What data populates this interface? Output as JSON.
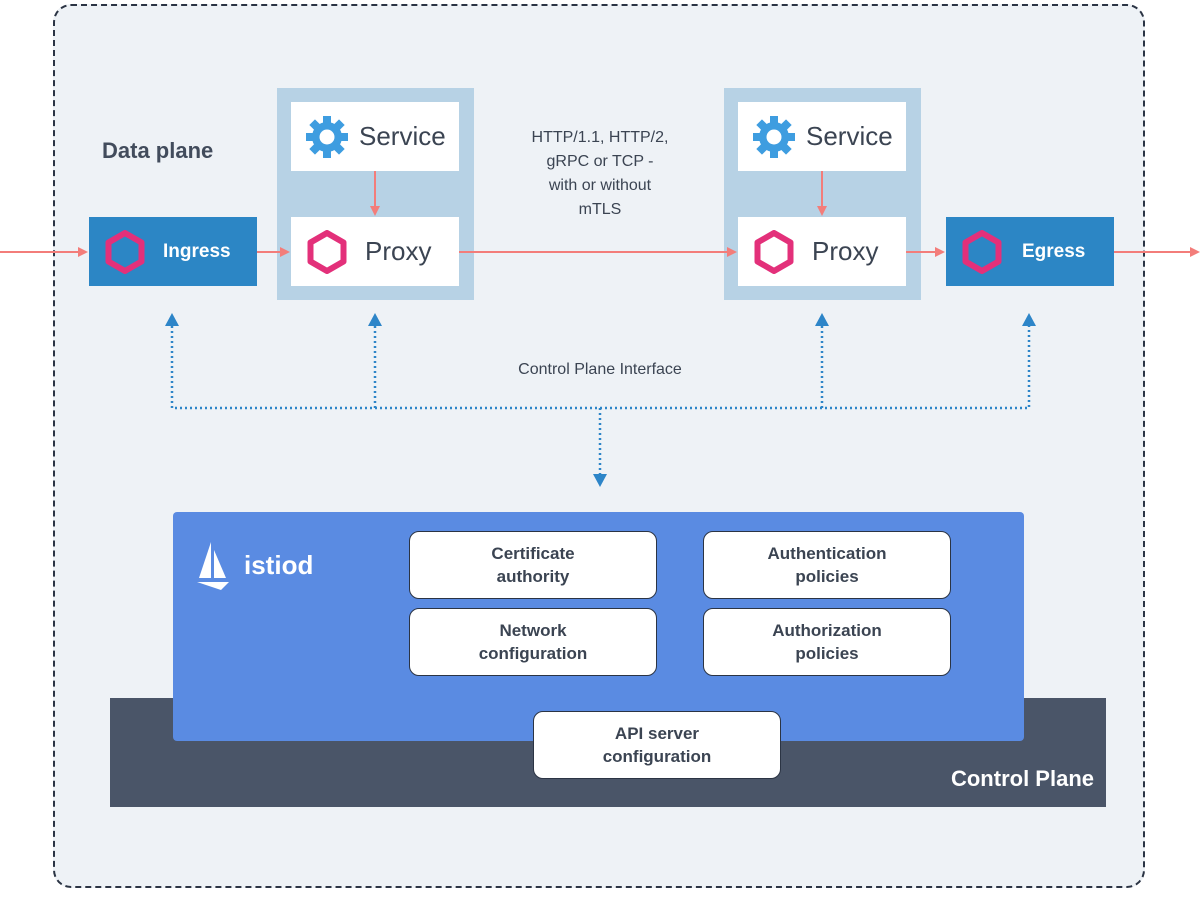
{
  "data_plane": {
    "title": "Data plane",
    "left_pod": {
      "service_label": "Service",
      "proxy_label": "Proxy"
    },
    "right_pod": {
      "service_label": "Service",
      "proxy_label": "Proxy"
    },
    "ingress_label": "Ingress",
    "egress_label": "Egress",
    "protocol_note": "HTTP/1.1, HTTP/2,\ngRPC or TCP -\nwith or without\nmTLS"
  },
  "control_plane_interface_label": "Control Plane Interface",
  "control_plane": {
    "title": "Control Plane",
    "istiod": {
      "name": "istiod",
      "cards": {
        "certificate_authority": "Certificate\nauthority",
        "authentication_policies": "Authentication\npolicies",
        "network_configuration": "Network\nconfiguration",
        "authorization_policies": "Authorization\npolicies"
      }
    },
    "api_server": "API server\nconfiguration"
  },
  "colors": {
    "traffic_arrow": "#f37d7a",
    "control_arrow": "#2d85c8",
    "gateway_blue": "#2c86c5",
    "istiod_blue": "#5a8be2",
    "pod_blue": "#b7d2e5",
    "proxy_icon": "#e3307a",
    "service_icon": "#3e9de0",
    "kubernetes_dark": "#4a5568"
  },
  "icons": {
    "service": "gear-icon",
    "proxy": "hexagon-icon",
    "istiod": "sailboat-icon"
  }
}
